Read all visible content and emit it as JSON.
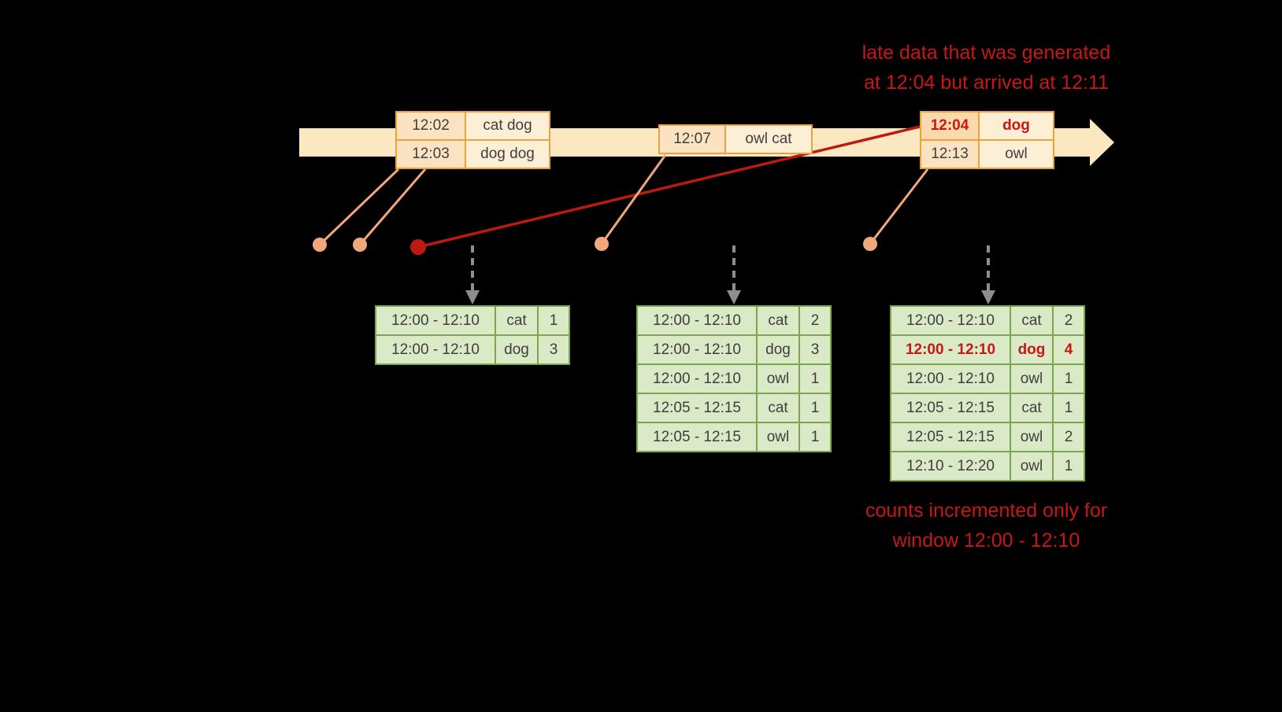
{
  "annotations": {
    "late_data": {
      "line1": "late data that was generated",
      "line2": "at 12:04 but arrived at 12:11"
    },
    "counts_note": {
      "line1": "counts incremented only for",
      "line2": "window 12:00 - 12:10"
    }
  },
  "timeline": {
    "events": [
      {
        "rows": [
          {
            "time": "12:02",
            "words": "cat dog"
          },
          {
            "time": "12:03",
            "words": "dog dog"
          }
        ]
      },
      {
        "rows": [
          {
            "time": "12:07",
            "words": "owl cat"
          }
        ]
      },
      {
        "rows": [
          {
            "time": "12:04",
            "words": "dog"
          },
          {
            "time": "12:13",
            "words": "owl"
          }
        ]
      }
    ]
  },
  "result_tables": [
    {
      "rows": [
        {
          "window": "12:00 - 12:10",
          "word": "cat",
          "count": "1"
        },
        {
          "window": "12:00 - 12:10",
          "word": "dog",
          "count": "3"
        }
      ]
    },
    {
      "rows": [
        {
          "window": "12:00 - 12:10",
          "word": "cat",
          "count": "2"
        },
        {
          "window": "12:00 - 12:10",
          "word": "dog",
          "count": "3"
        },
        {
          "window": "12:00 - 12:10",
          "word": "owl",
          "count": "1"
        },
        {
          "window": "12:05 - 12:15",
          "word": "cat",
          "count": "1"
        },
        {
          "window": "12:05 - 12:15",
          "word": "owl",
          "count": "1"
        }
      ]
    },
    {
      "rows": [
        {
          "window": "12:00 - 12:10",
          "word": "cat",
          "count": "2"
        },
        {
          "window": "12:00 - 12:10",
          "word": "dog",
          "count": "4"
        },
        {
          "window": "12:00 - 12:10",
          "word": "owl",
          "count": "1"
        },
        {
          "window": "12:05 - 12:15",
          "word": "cat",
          "count": "1"
        },
        {
          "window": "12:05 - 12:15",
          "word": "owl",
          "count": "2"
        },
        {
          "window": "12:10 - 12:20",
          "word": "owl",
          "count": "1"
        }
      ]
    }
  ],
  "colors": {
    "background": "#000000",
    "annotation_red": "#C81717",
    "late_line_red": "#BB1A10",
    "timeline_cream": "#FBE8C0",
    "event_border_orange": "#EBA23B",
    "event_fill_time": "#FBE2C0",
    "event_fill_words": "#FDEED6",
    "connector_salmon": "#F0A87A",
    "dashed_arrow_gray": "#8E8E8E",
    "table_border_green": "#7AA651",
    "table_fill_green": "#DAE9C6",
    "table_text": "#3E3E3E"
  }
}
